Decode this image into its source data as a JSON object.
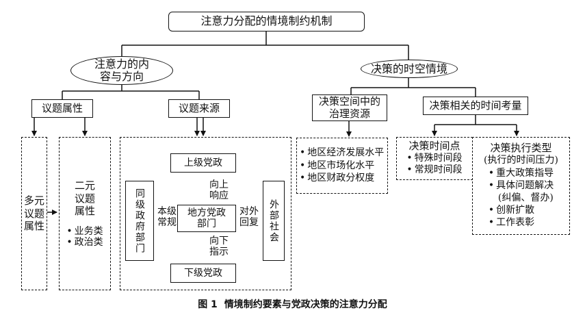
{
  "root": "注意力分配的情境制约机制",
  "left_branch": {
    "title": "注意力的内容与方向",
    "attributes": {
      "label": "议题属性",
      "multi": "多元议题属性",
      "binary": "二元议题属性",
      "binary_items": [
        "业务类",
        "政治类"
      ]
    },
    "source": {
      "label": "议题来源",
      "upper": "上级党政",
      "lower": "下级党政",
      "center": "地方党政部门",
      "peer": "同级政府部门",
      "external": "外部社会",
      "up_response": "向上响应",
      "down_instruction": "向下指示",
      "level_routine": "本级常规",
      "external_reply": "对外回复"
    }
  },
  "right_branch": {
    "title": "决策的时空情境",
    "space": {
      "label": "决策空间中的治理资源",
      "items": [
        "地区经济发展水平",
        "地区市场化水平",
        "地区财政分权度"
      ]
    },
    "time": {
      "label": "决策相关的时间考量",
      "point": {
        "title": "决策时间点",
        "items": [
          "特殊时间段",
          "常规时间段"
        ]
      },
      "type": {
        "title": "决策执行类型",
        "subtitle": "(执行的时间压力)",
        "items": [
          "重大政策指导",
          "具体问题解决",
          "(纠偏、督办)",
          "创新扩散",
          "工作表彰"
        ]
      }
    }
  },
  "caption": {
    "number": "图 1",
    "text": "情境制约要素与党政决策的注意力分配"
  }
}
